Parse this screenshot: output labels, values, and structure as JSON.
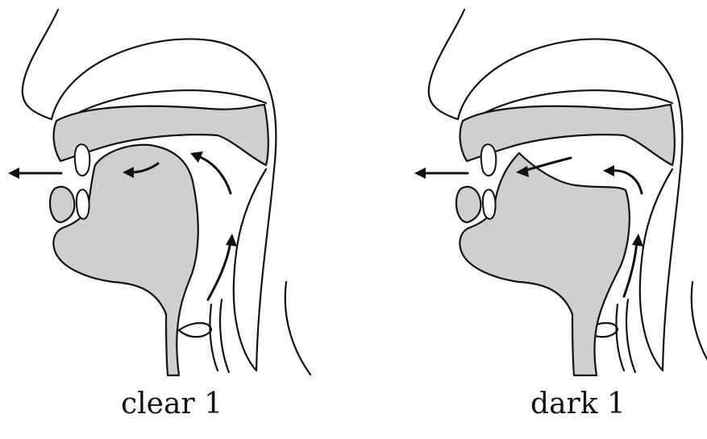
{
  "diagrams": [
    {
      "id": "clear",
      "caption": "clear 1"
    },
    {
      "id": "dark",
      "caption": "dark 1"
    }
  ]
}
